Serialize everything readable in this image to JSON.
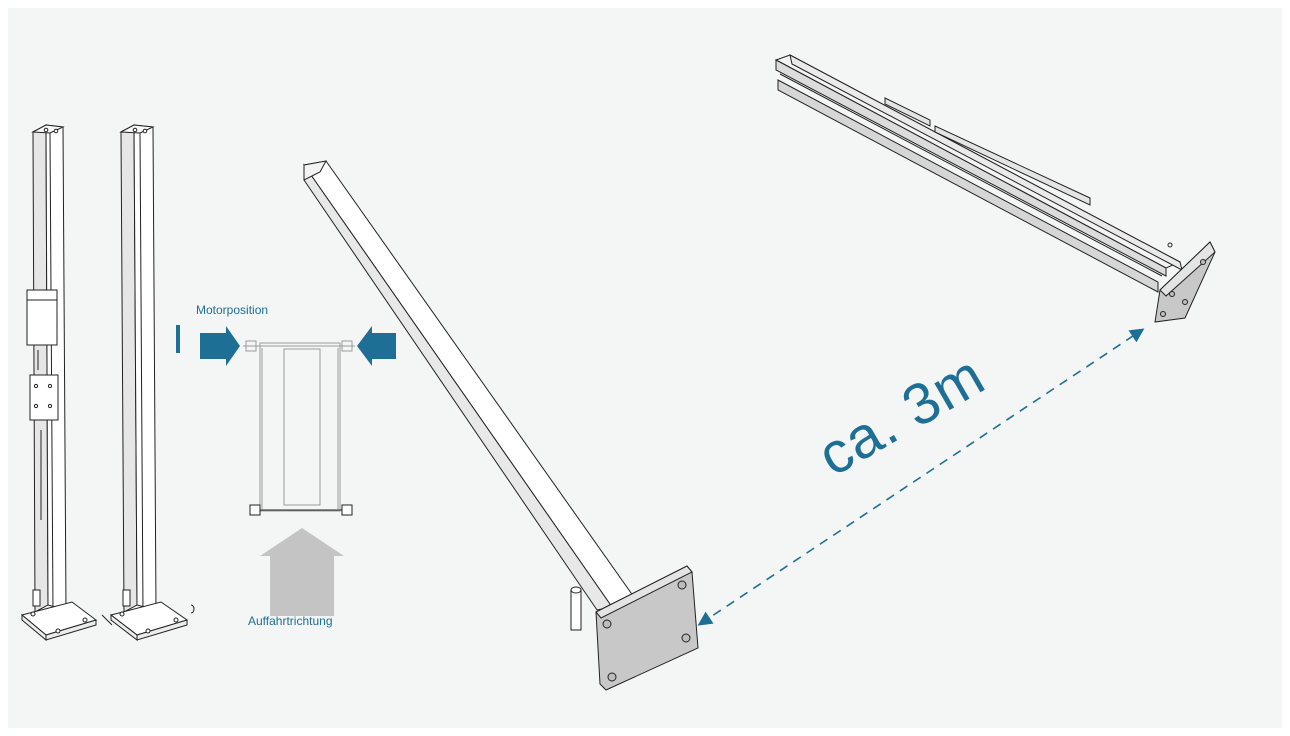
{
  "labels": {
    "motor_position": "Motorposition",
    "drive_direction": "Auffahrtrichtung",
    "distance": "ca. 3m"
  },
  "colors": {
    "accent": "#1e6f95",
    "arrow_gray": "#c4c4c4",
    "background": "#f4f5f5"
  }
}
